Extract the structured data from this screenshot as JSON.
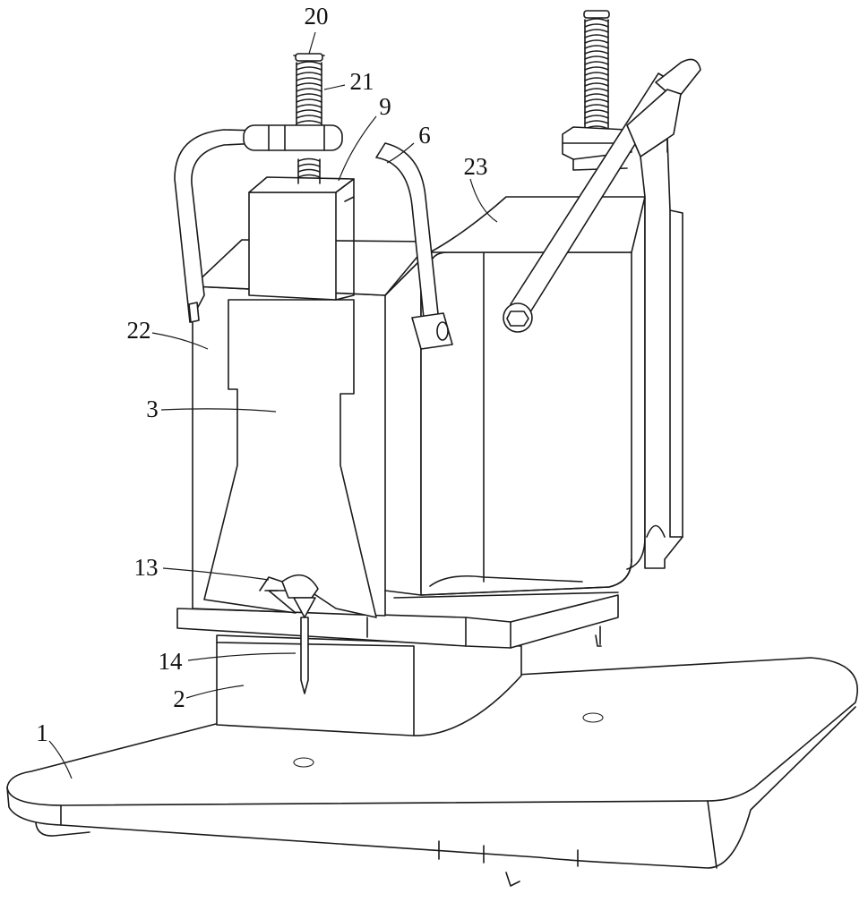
{
  "figure": {
    "labels": [
      {
        "id": "lbl-20",
        "text": "20"
      },
      {
        "id": "lbl-21",
        "text": "21"
      },
      {
        "id": "lbl-9",
        "text": "9"
      },
      {
        "id": "lbl-6",
        "text": "6"
      },
      {
        "id": "lbl-23",
        "text": "23"
      },
      {
        "id": "lbl-22",
        "text": "22"
      },
      {
        "id": "lbl-3",
        "text": "3"
      },
      {
        "id": "lbl-13",
        "text": "13"
      },
      {
        "id": "lbl-14",
        "text": "14"
      },
      {
        "id": "lbl-2",
        "text": "2"
      },
      {
        "id": "lbl-1",
        "text": "1"
      }
    ]
  }
}
